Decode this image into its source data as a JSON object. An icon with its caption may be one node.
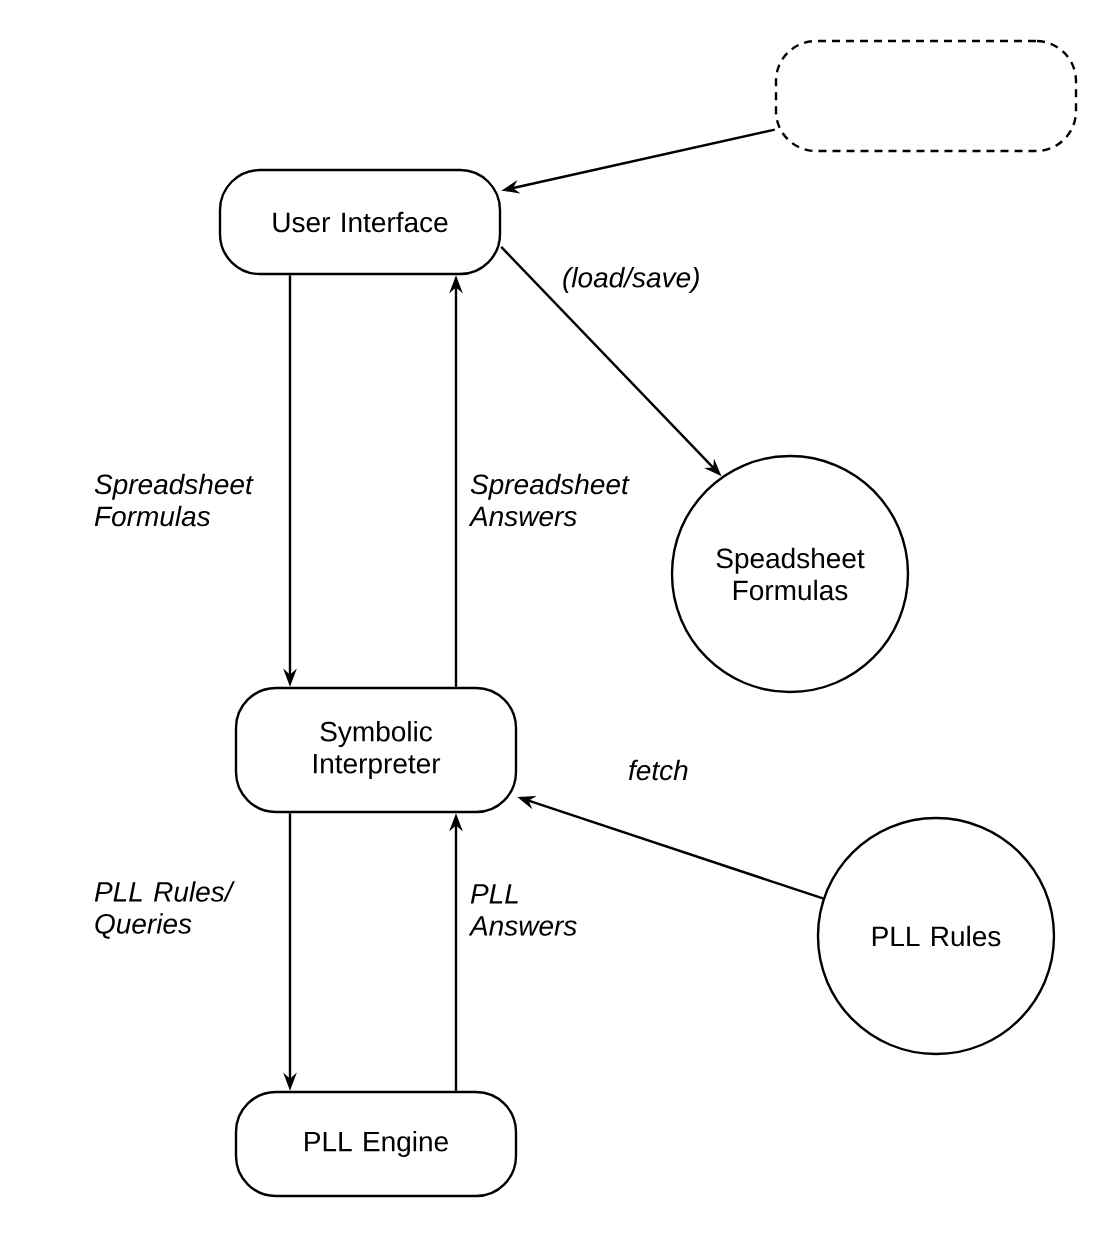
{
  "diagram": {
    "nodes": [
      {
        "text": [],
        "shape": "box"
      },
      {
        "text": [
          "User Interface"
        ]
      },
      {
        "text": [
          "Speadsheet Formulas"
        ]
      },
      {
        "text": [
          "Symbolic Interpreter"
        ]
      },
      {
        "text": [
          "PLL Rules"
        ]
      },
      {
        "text": [
          "PLL Engine"
        ]
      }
    ],
    "edges": [
      {
        "from": 0,
        "to": 1,
        "arrow": "to"
      },
      {
        "from": 1,
        "to": 2,
        "arrow": "to",
        "label": "(*load/save*)"
      },
      {
        "from": 1,
        "to": 3,
        "arrow": "to",
        "label": "Spreadsheet Formulas"
      },
      {
        "from": 3,
        "to": 1,
        "arrow": "to",
        "label": "Spreadsheet Answers"
      },
      {
        "from": 4,
        "to": 3,
        "arrow": "to",
        "label": "fetch"
      },
      {
        "from": 3,
        "to": 5,
        "arrow": "to",
        "label": "PLL Rules/ Queries"
      },
      {
        "from": 5,
        "to": 3,
        "arrow": "to",
        "label": "PLL Answers"
      }
    ]
  }
}
